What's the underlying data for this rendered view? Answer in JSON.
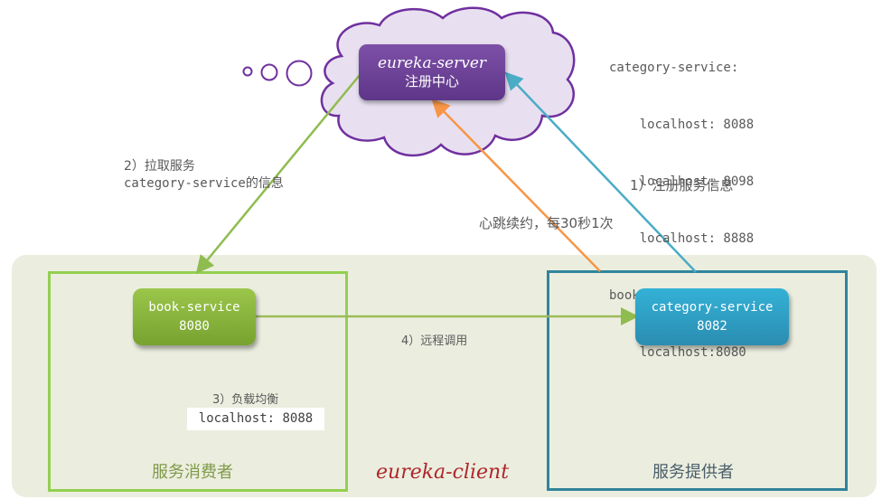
{
  "server": {
    "title": "eureka-server",
    "subtitle": "注册中心"
  },
  "registry": {
    "lines": [
      "category-service:",
      "    localhost: 8088",
      "    localhost: 8098",
      "    localhost: 8888",
      "book-service:",
      "    localhost:8080"
    ]
  },
  "steps": {
    "pull_line1": "2）拉取服务",
    "pull_line2": "category-service的信息",
    "register": "1）注册服务信息",
    "heartbeat": "心跳续约，每30秒1次",
    "remote_call": "4）远程调用",
    "load_balance": "3）负载均衡",
    "load_balance_value": "localhost: 8088"
  },
  "nodes": {
    "book": {
      "name": "book-service",
      "port": "8080"
    },
    "category": {
      "name": "category-service",
      "port": "8082"
    }
  },
  "regions": {
    "consumer": "服务消费者",
    "provider": "服务提供者",
    "client": "eureka-client"
  },
  "colors": {
    "server": "#6b3f96",
    "cloud_fill": "#e8e0f0",
    "cloud_stroke": "#7030a0",
    "consumer": "#92d050",
    "provider": "#31849b",
    "book_node": "#8ab440",
    "category_node": "#2fa0c8",
    "pull_arrow": "#8fbc4f",
    "register_arrow": "#4bacc6",
    "heartbeat_arrow": "#f79646",
    "client_label": "#b0262b"
  }
}
